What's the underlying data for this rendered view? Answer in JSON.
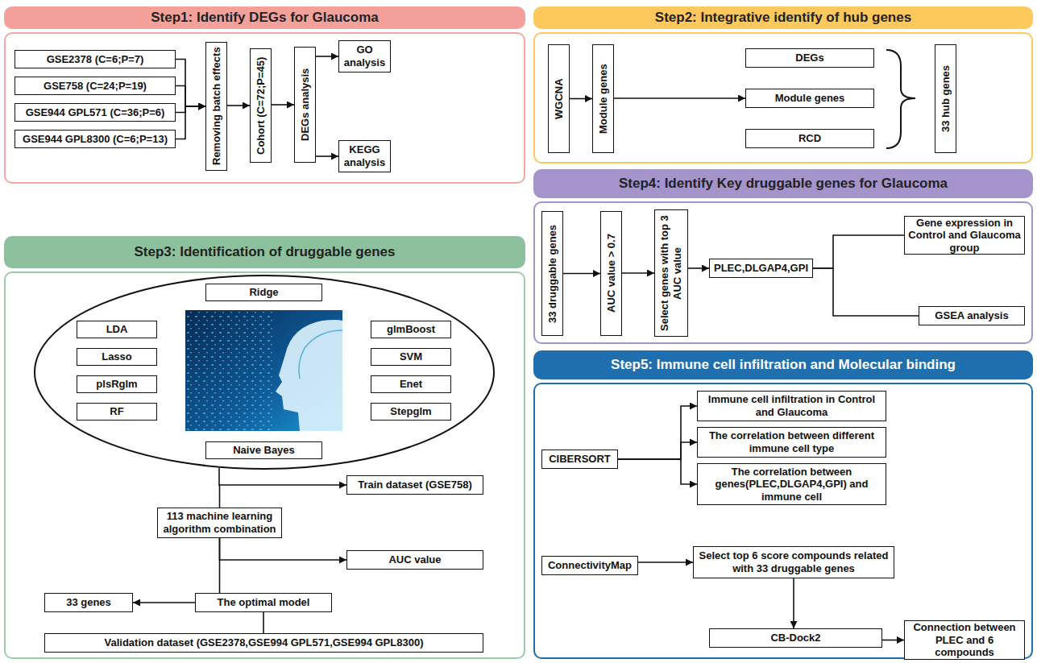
{
  "diagram": {
    "nodes": [
      {
        "text": [
          "Step1: Identify DEGs for Glaucoma"
        ]
      },
      {
        "text": [
          "GSE2378 (C=6;P=7)"
        ],
        "in": 0
      },
      {
        "text": [
          "GSE758 (C=24;P=19)"
        ],
        "in": 0
      },
      {
        "text": [
          "GSE944 GPL571 (C=36;P=6)"
        ],
        "in": 0
      },
      {
        "text": [
          "GSE944 GPL8300 (C=6;P=13)"
        ],
        "in": 0
      },
      {
        "text": [
          "Removing batch effects"
        ],
        "in": 0
      },
      {
        "text": [
          "Cohort (C=72;P=45)"
        ],
        "in": 0
      },
      {
        "text": [
          "DEGs analysis"
        ],
        "in": 0
      },
      {
        "text": [
          "GO analysis"
        ],
        "in": 0
      },
      {
        "text": [
          "KEGG analysis"
        ],
        "in": 0
      },
      {
        "text": [
          "Step2: Integrative identify of hub genes"
        ]
      },
      {
        "text": [
          "WGCNA"
        ],
        "in": 10
      },
      {
        "text": [
          "Module genes"
        ],
        "in": 10
      },
      {
        "text": [
          "DEGs"
        ],
        "in": 10
      },
      {
        "text": [
          "Module genes"
        ],
        "in": 10
      },
      {
        "text": [
          "RCD"
        ],
        "in": 10
      },
      {
        "text": [
          "33 hub genes"
        ],
        "in": 10
      },
      {
        "text": [
          "Step3: Identification of druggable genes"
        ]
      },
      {
        "text": [
          "Ridge"
        ],
        "in": 17
      },
      {
        "text": [
          "LDA"
        ],
        "in": 17
      },
      {
        "text": [
          "Lasso"
        ],
        "in": 17
      },
      {
        "text": [
          "plsRglm"
        ],
        "in": 17
      },
      {
        "text": [
          "RF"
        ],
        "in": 17
      },
      {
        "text": [
          "glmBoost"
        ],
        "in": 17
      },
      {
        "text": [
          "SVM"
        ],
        "in": 17
      },
      {
        "text": [
          "Enet"
        ],
        "in": 17
      },
      {
        "text": [
          "Stepglm"
        ],
        "in": 17
      },
      {
        "text": [
          "Naive Bayes"
        ],
        "in": 17
      },
      {
        "text": [
          "Train dataset (GSE758)"
        ],
        "in": 17
      },
      {
        "text": [
          "113 machine learning algorithm combination"
        ],
        "in": 17
      },
      {
        "text": [
          "AUC value"
        ],
        "in": 17
      },
      {
        "text": [
          "The optimal model"
        ],
        "in": 17
      },
      {
        "text": [
          "33 genes"
        ],
        "in": 17
      },
      {
        "text": [
          "Validation dataset (GSE2378,GSE994 GPL571,GSE994 GPL8300)"
        ],
        "in": 17
      },
      {
        "text": [
          "Step4: Identify Key druggable genes for Glaucoma"
        ]
      },
      {
        "text": [
          "33 druggable genes"
        ],
        "in": 34
      },
      {
        "text": [
          "AUC value > 0.7"
        ],
        "in": 34
      },
      {
        "text": [
          "Select genes with top 3 AUC value"
        ],
        "in": 34
      },
      {
        "text": [
          "PLEC,DLGAP4,GPI"
        ],
        "in": 34
      },
      {
        "text": [
          "Gene expression in Control and Glaucoma group"
        ],
        "in": 34
      },
      {
        "text": [
          "GSEA analysis"
        ],
        "in": 34
      },
      {
        "text": [
          "Step5: Immune cell infiltration and Molecular binding"
        ]
      },
      {
        "text": [
          "CIBERSORT"
        ],
        "in": 41
      },
      {
        "text": [
          "Immune cell infiltration in Control and Glaucoma"
        ],
        "in": 41
      },
      {
        "text": [
          "The correlation between different immune cell type"
        ],
        "in": 41
      },
      {
        "text": [
          "The correlation between genes(PLEC,DLGAP4,GPI) and immune cell"
        ],
        "in": 41
      },
      {
        "text": [
          "ConnectivityMap"
        ],
        "in": 41
      },
      {
        "text": [
          "Select top 6 score compounds related with 33 druggable genes"
        ],
        "in": 41
      },
      {
        "text": [
          "CB-Dock2"
        ],
        "in": 41
      },
      {
        "text": [
          "Connection between PLEC and 6 compounds"
        ],
        "in": 41
      }
    ],
    "edges": [
      {
        "from": 1,
        "to": 5,
        "arrow": "to"
      },
      {
        "from": 2,
        "to": 5,
        "arrow": "to"
      },
      {
        "from": 3,
        "to": 5,
        "arrow": "to"
      },
      {
        "from": 4,
        "to": 5,
        "arrow": "to"
      },
      {
        "from": 5,
        "to": 6,
        "arrow": "to"
      },
      {
        "from": 6,
        "to": 7,
        "arrow": "to"
      },
      {
        "from": 7,
        "to": 8,
        "arrow": "to"
      },
      {
        "from": 7,
        "to": 9,
        "arrow": "to"
      },
      {
        "from": 11,
        "to": 12,
        "arrow": "to"
      },
      {
        "from": 12,
        "to": 14,
        "arrow": "to"
      },
      {
        "from": 29,
        "to": 28,
        "arrow": "to"
      },
      {
        "from": 29,
        "to": 30,
        "arrow": "to"
      },
      {
        "from": 29,
        "to": 31,
        "arrow": "none"
      },
      {
        "from": 31,
        "to": 32,
        "arrow": "to"
      },
      {
        "from": 31,
        "to": 33,
        "arrow": "none"
      },
      {
        "from": 35,
        "to": 36,
        "arrow": "to"
      },
      {
        "from": 36,
        "to": 37,
        "arrow": "to"
      },
      {
        "from": 37,
        "to": 38,
        "arrow": "to"
      },
      {
        "from": 38,
        "to": 39,
        "arrow": "none"
      },
      {
        "from": 38,
        "to": 40,
        "arrow": "none"
      },
      {
        "from": 42,
        "to": 43,
        "arrow": "to"
      },
      {
        "from": 42,
        "to": 44,
        "arrow": "to"
      },
      {
        "from": 42,
        "to": 45,
        "arrow": "to"
      },
      {
        "from": 46,
        "to": 47,
        "arrow": "to"
      },
      {
        "from": 47,
        "to": 48,
        "arrow": "to"
      },
      {
        "from": 48,
        "to": 49,
        "arrow": "to"
      }
    ]
  }
}
